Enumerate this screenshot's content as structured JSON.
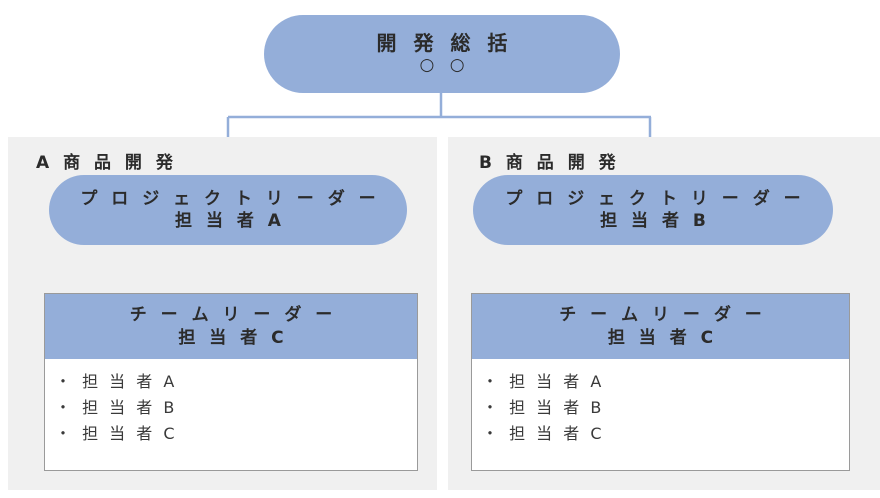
{
  "colors": {
    "box_fill": "#94aed9",
    "panel_bg": "#f0f0f0",
    "connector": "#94aed9",
    "table_border": "#9a9a9a",
    "text": "#2b2b2b",
    "page_bg": "#ffffff"
  },
  "root": {
    "title": "開 発 総 括",
    "subtitle": "○ ○"
  },
  "departments": [
    {
      "panel_title": "A 商 品 開 発",
      "project_leader": {
        "role": "プ ロ ジ ェ ク ト リ ー ダ ー",
        "person": "担 当 者 A"
      },
      "team": {
        "role": "チ ー ム リ ー ダ ー",
        "person": "担 当 者 C",
        "members": [
          "・ 担 当 者 A",
          "・ 担 当 者 B",
          "・ 担 当 者 C"
        ]
      }
    },
    {
      "panel_title": "B 商 品 開 発",
      "project_leader": {
        "role": "プ ロ ジ ェ ク ト リ ー ダ ー",
        "person": "担 当 者 B"
      },
      "team": {
        "role": "チ ー ム リ ー ダ ー",
        "person": "担 当 者 C",
        "members": [
          "・ 担 当 者 A",
          "・ 担 当 者 B",
          "・ 担 当 者 C"
        ]
      }
    }
  ]
}
